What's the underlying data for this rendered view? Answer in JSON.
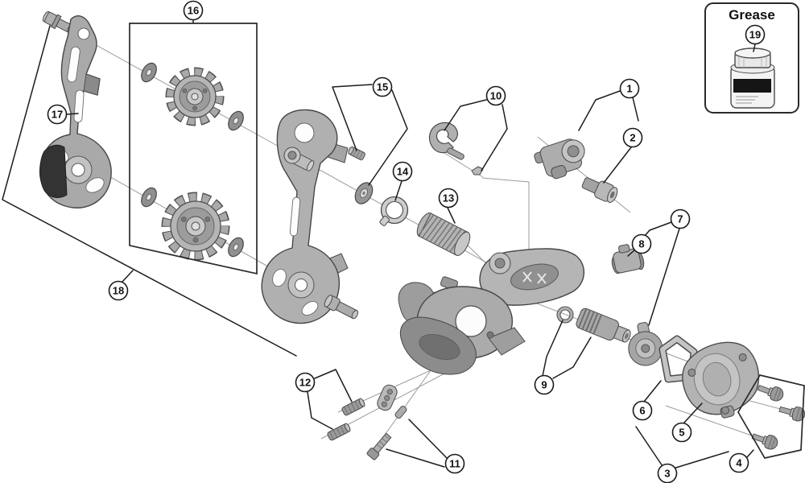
{
  "grease": {
    "title": "Grease"
  },
  "callouts": {
    "n1": "1",
    "n2": "2",
    "n3": "3",
    "n4": "4",
    "n5": "5",
    "n6": "6",
    "n7": "7",
    "n8": "8",
    "n9": "9",
    "n10": "10",
    "n11": "11",
    "n12": "12",
    "n13": "13",
    "n14": "14",
    "n15": "15",
    "n16": "16",
    "n17": "17",
    "n18": "18",
    "n19": "19"
  }
}
